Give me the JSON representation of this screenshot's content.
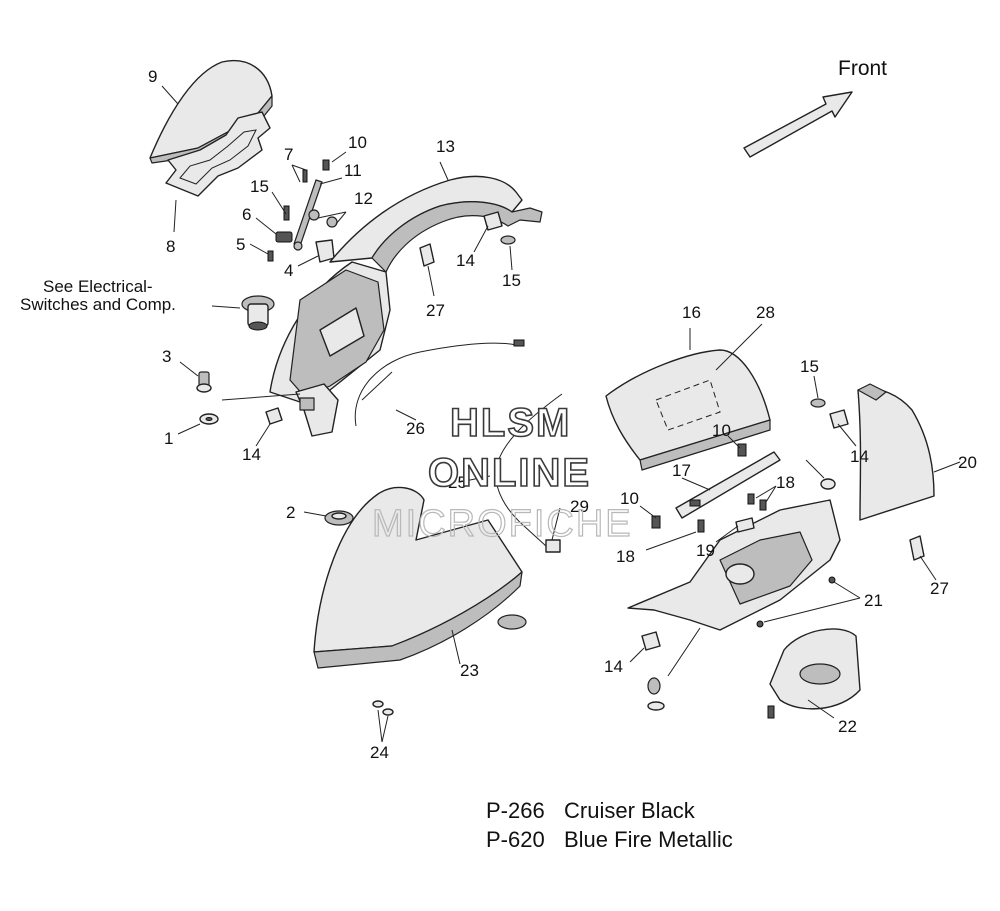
{
  "direction": {
    "label": "Front"
  },
  "callouts": [
    "9",
    "8",
    "7",
    "10",
    "11",
    "15",
    "12",
    "6",
    "5",
    "4",
    "13",
    "14",
    "15",
    "27",
    "3",
    "1",
    "14",
    "26",
    "25",
    "2",
    "16",
    "28",
    "15",
    "10",
    "14",
    "20",
    "17",
    "18",
    "10",
    "19",
    "29",
    "18",
    "27",
    "21",
    "14",
    "23",
    "22",
    "24"
  ],
  "note": {
    "line1": "See Electrical-",
    "line2": "Switches and Comp."
  },
  "watermark": {
    "line1": "HLSM",
    "line2": "ONLINE",
    "line3": "MICROFICHE"
  },
  "paint_codes": [
    {
      "code": "P-266",
      "name": "Cruiser Black"
    },
    {
      "code": "P-620",
      "name": "Blue Fire Metallic"
    }
  ]
}
